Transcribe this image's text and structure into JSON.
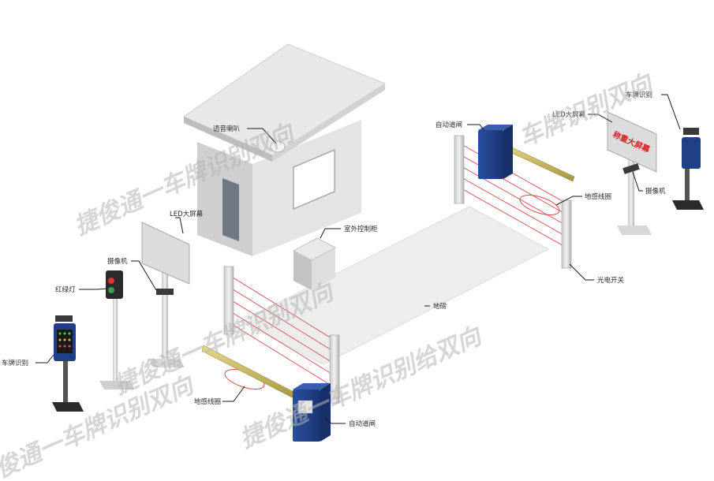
{
  "labels": {
    "speaker": "语音喇叭",
    "led_left": "LED大屏幕",
    "cabinet": "室外控制柜",
    "camera_left": "摄像机",
    "traffic_light": "红绿灯",
    "plate_left": "车牌识别",
    "loop_left": "地感线圈",
    "barrier_front": "自动道闸",
    "scale": "地磅",
    "barrier_back": "自动道闸",
    "loop_right": "地感线圈",
    "photo_switch": "光电开关",
    "led_right": "LED大屏幕",
    "plate_right": "车牌识别",
    "camera_right": "摄像机",
    "led_screen_text": "称重大屏幕"
  },
  "watermark": {
    "line1": "车牌识别双向",
    "line2": "捷俊通一车牌识别双向",
    "line3": "捷俊通一车牌识别给双向",
    "line4": "捷俊通一车牌识别双向",
    "line5": "俊通一车牌识别双向"
  },
  "colors": {
    "barrier_blue": "#1f3f86",
    "arm_yellow": "#c8b85a",
    "beam_red": "#d94a4a",
    "booth_gray": "#d9d9d9",
    "scale_gray": "#eeeeee"
  }
}
